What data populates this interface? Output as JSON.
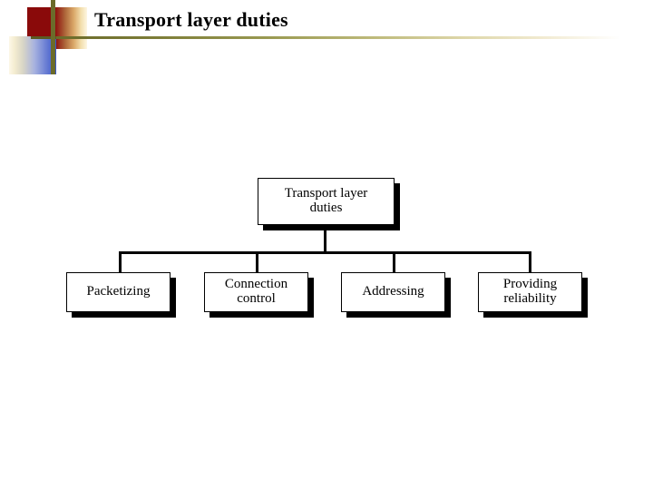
{
  "slide": {
    "title": "Transport layer duties",
    "background_color": "#ffffff",
    "decoration": {
      "red_square_color": "#8a0a0a",
      "blue_square_color": "#3a55c8",
      "orange_square_color": "#f9bf54",
      "bar_color": "#6b6b2a"
    },
    "rule_color": "#6b6b2a"
  },
  "diagram": {
    "type": "tree",
    "root": {
      "label": "Transport layer duties",
      "line1": "Transport layer",
      "line2": "duties"
    },
    "children": [
      {
        "label": "Packetizing",
        "line1": "Packetizing",
        "line2": ""
      },
      {
        "label": "Connection control",
        "line1": "Connection",
        "line2": "control"
      },
      {
        "label": "Addressing",
        "line1": "Addressing",
        "line2": ""
      },
      {
        "label": "Providing reliability",
        "line1": "Providing",
        "line2": "reliability"
      }
    ],
    "node_fill": "#ffffff",
    "node_border": "#000000",
    "shadow_color": "#000000"
  }
}
